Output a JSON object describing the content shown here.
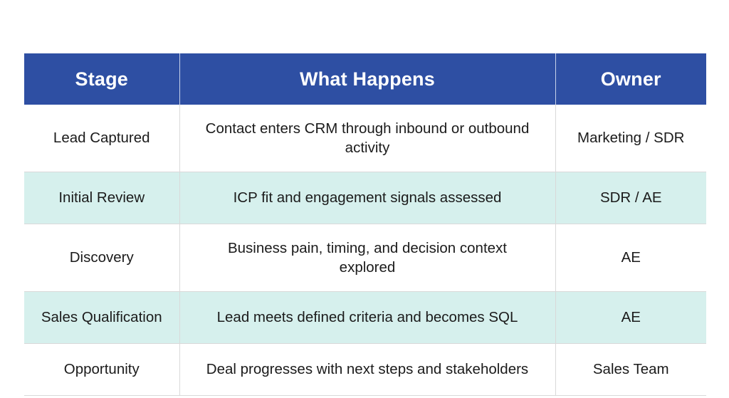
{
  "table": {
    "accent_header_color": "#2e4fa3",
    "header_text_color": "#ffffff",
    "tinted_row_color": "#d6f0ed",
    "plain_row_color": "#ffffff",
    "border_color": "#d9d9d9",
    "columns": [
      {
        "key": "stage",
        "label": "Stage"
      },
      {
        "key": "what_happens",
        "label": "What Happens"
      },
      {
        "key": "owner",
        "label": "Owner"
      }
    ],
    "rows": [
      {
        "stage": "Lead Captured",
        "what_happens": "Contact enters CRM through inbound or outbound activity",
        "owner": "Marketing / SDR",
        "shaded": false
      },
      {
        "stage": "Initial Review",
        "what_happens": "ICP fit and engagement signals assessed",
        "owner": "SDR / AE",
        "shaded": true
      },
      {
        "stage": "Discovery",
        "what_happens": "Business pain, timing, and decision context explored",
        "owner": "AE",
        "shaded": false
      },
      {
        "stage": "Sales Qualification",
        "what_happens": "Lead meets defined criteria and becomes SQL",
        "owner": "AE",
        "shaded": true
      },
      {
        "stage": "Opportunity",
        "what_happens": "Deal progresses with next steps and stakeholders",
        "owner": "Sales Team",
        "shaded": false
      }
    ]
  }
}
